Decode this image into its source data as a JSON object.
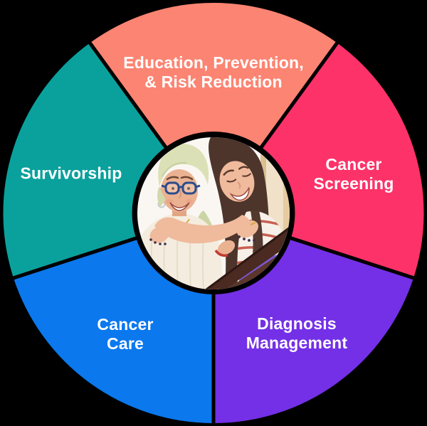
{
  "diagram": {
    "type": "wheel",
    "background_color": "#000000",
    "gap_color": "#000000",
    "text_color": "#FFFFFF",
    "center_image_alt": "Older woman with a pale green headscarf and blue glasses smiling, embraced by a smiling young woman with long dark hair in a red-and-white striped shirt, leaning on a wooden chair back",
    "segments": [
      {
        "id": "education-prevention-risk-reduction",
        "label": "Education, Prevention,\n& Risk Reduction",
        "color": "#FC8472",
        "start_deg": -36,
        "end_deg": 36
      },
      {
        "id": "cancer-screening",
        "label": "Cancer\nScreening",
        "color": "#FD3269",
        "start_deg": 36,
        "end_deg": 108
      },
      {
        "id": "diagnosis-management",
        "label": "Diagnosis\nManagement",
        "color": "#7430E6",
        "start_deg": 108,
        "end_deg": 180
      },
      {
        "id": "cancer-care",
        "label": "Cancer\nCare",
        "color": "#0B78EE",
        "start_deg": 180,
        "end_deg": 252
      },
      {
        "id": "survivorship",
        "label": "Survivorship",
        "color": "#0AA19D",
        "start_deg": 252,
        "end_deg": 324
      }
    ]
  }
}
